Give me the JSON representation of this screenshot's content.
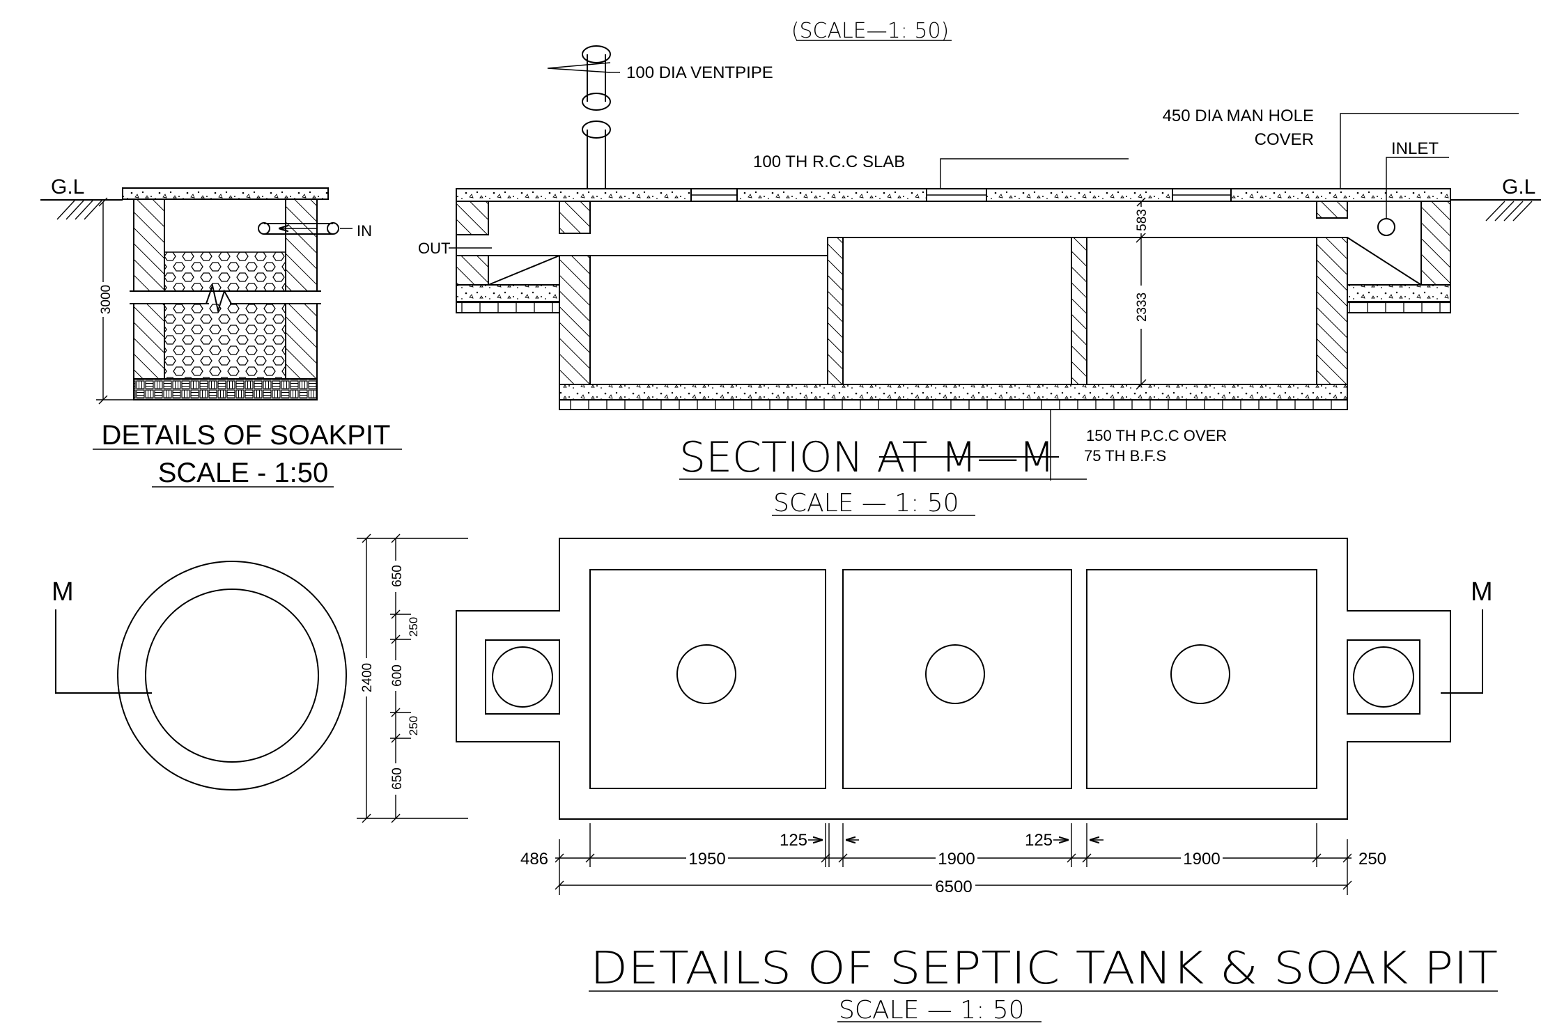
{
  "top_scale": "(SCALE—1: 50)",
  "soakpit_section": {
    "gl": "G.L",
    "in_label": "IN",
    "depth": "3000",
    "title": "DETAILS OF SOAKPIT",
    "scale": "SCALE - 1:50"
  },
  "tank_section": {
    "ventpipe": "100 DIA VENTPIPE",
    "rcc_slab": "100 TH R.C.C SLAB",
    "manhole_line1": "450 DIA MAN HOLE",
    "manhole_line2": "COVER",
    "inlet": "INLET",
    "outlet": "OUT",
    "gl_right": "G.L",
    "dim_583": "583",
    "dim_2333": "2333",
    "pcc_line1": "150 TH P.C.C OVER",
    "pcc_line2": "75 TH B.F.S",
    "title": "SECTION  AT  M—M",
    "scale": "SCALE  —  1: 50"
  },
  "plan": {
    "m_left": "M",
    "m_right": "M",
    "vdims": [
      "2400",
      "650",
      "250",
      "600",
      "250",
      "650"
    ],
    "hdims": {
      "d486": "486",
      "d1950": "1950",
      "d125a": "125",
      "d1900a": "1900",
      "d125b": "125",
      "d1900b": "1900",
      "d250": "250",
      "d6500": "6500"
    }
  },
  "main_title": "DETAILS  OF  SEPTIC  TANK  &  SOAK  PIT",
  "main_scale": "SCALE  —  1: 50"
}
